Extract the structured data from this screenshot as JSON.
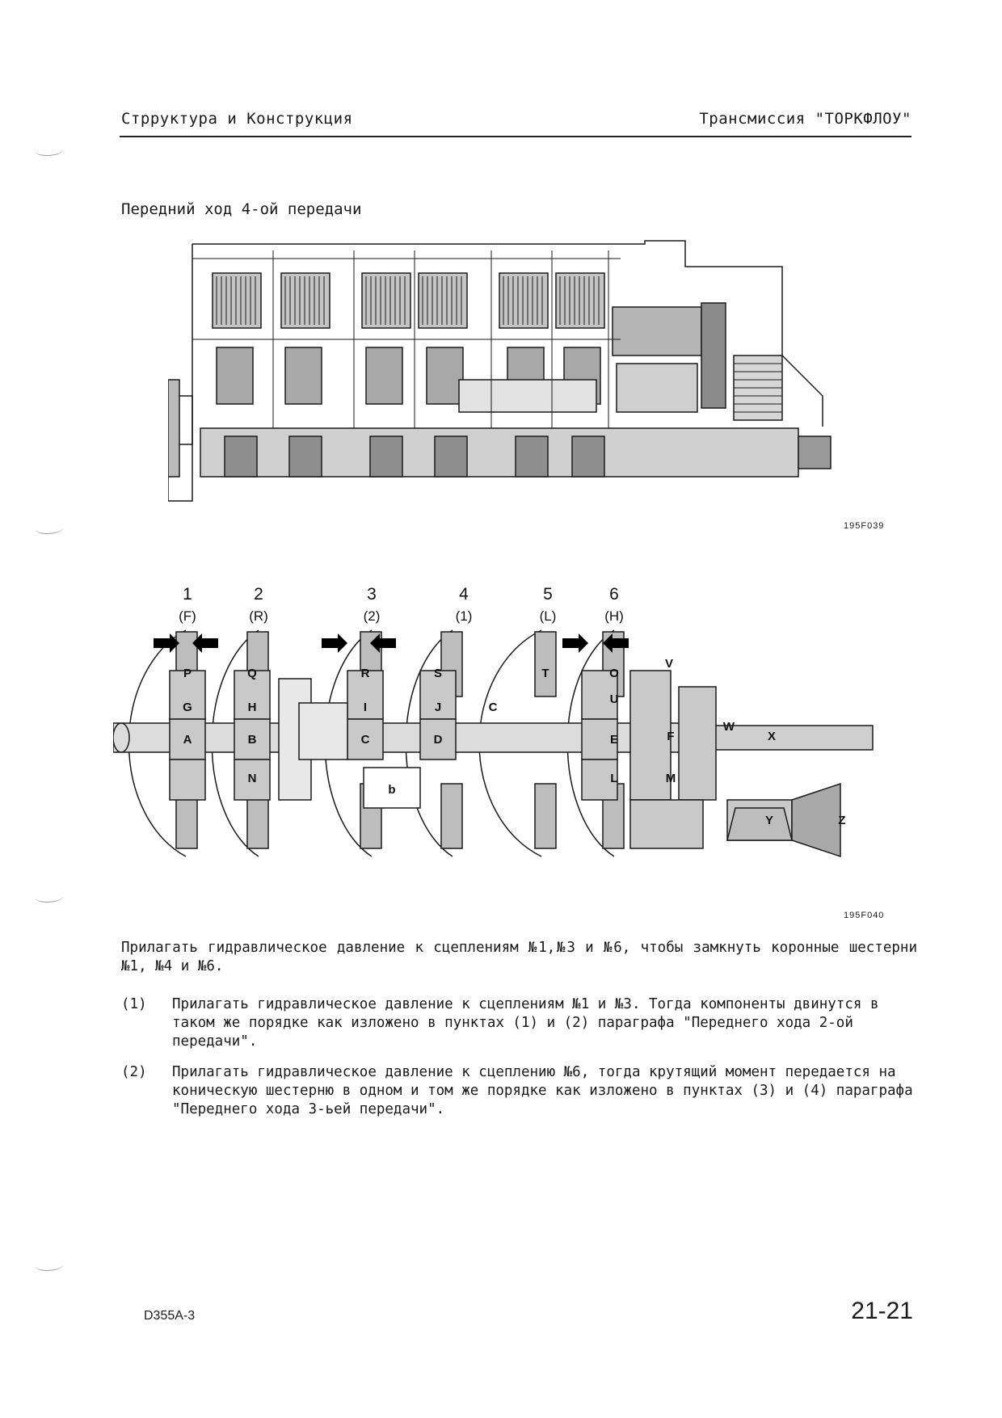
{
  "header": {
    "left": "Стрруктура и Конструкция",
    "right": "Трансмиссия \"ТОРКФЛОУ\""
  },
  "section_title": "Передний ход 4-ой передачи",
  "figure1": {
    "code": "195F039"
  },
  "figure2": {
    "code": "195F040",
    "clutch_numbers": [
      "1",
      "2",
      "3",
      "4",
      "5",
      "6"
    ],
    "clutch_names": [
      "(F)",
      "(R)",
      "(2)",
      "(1)",
      "(L)",
      "(H)"
    ],
    "gear_labels": [
      "P",
      "G",
      "A",
      "Q",
      "H",
      "B",
      "N",
      "R",
      "I",
      "C",
      "S",
      "J",
      "D",
      "b",
      "T",
      "C",
      "O",
      "U",
      "E",
      "L",
      "F",
      "M",
      "V",
      "W",
      "X",
      "Y",
      "Z"
    ]
  },
  "paragraph": "Прилагать гидравлическое давление к сцеплениям №1,№3 и №6, чтобы замкнуть коронные шестерни №1, №4 и №6.",
  "items": [
    {
      "num": "(1)",
      "text": "Прилагать гидравлическое давление к сцеплениям №1 и №3. Тогда компоненты двинутся в таком же порядке как изложено в пунктах (1) и (2) параграфа \"Переднего хода 2-ой передачи\"."
    },
    {
      "num": "(2)",
      "text": "Прилагать гидравлическое давление к сцеплению №6, тогда крутящий момент передается на коническую шестерню в одном и том же порядке как изложено в пунктах (3) и (4) параграфа \"Переднего хода 3-ьей передачи\"."
    }
  ],
  "footer": {
    "model": "D355A-3",
    "page": "21-21"
  }
}
